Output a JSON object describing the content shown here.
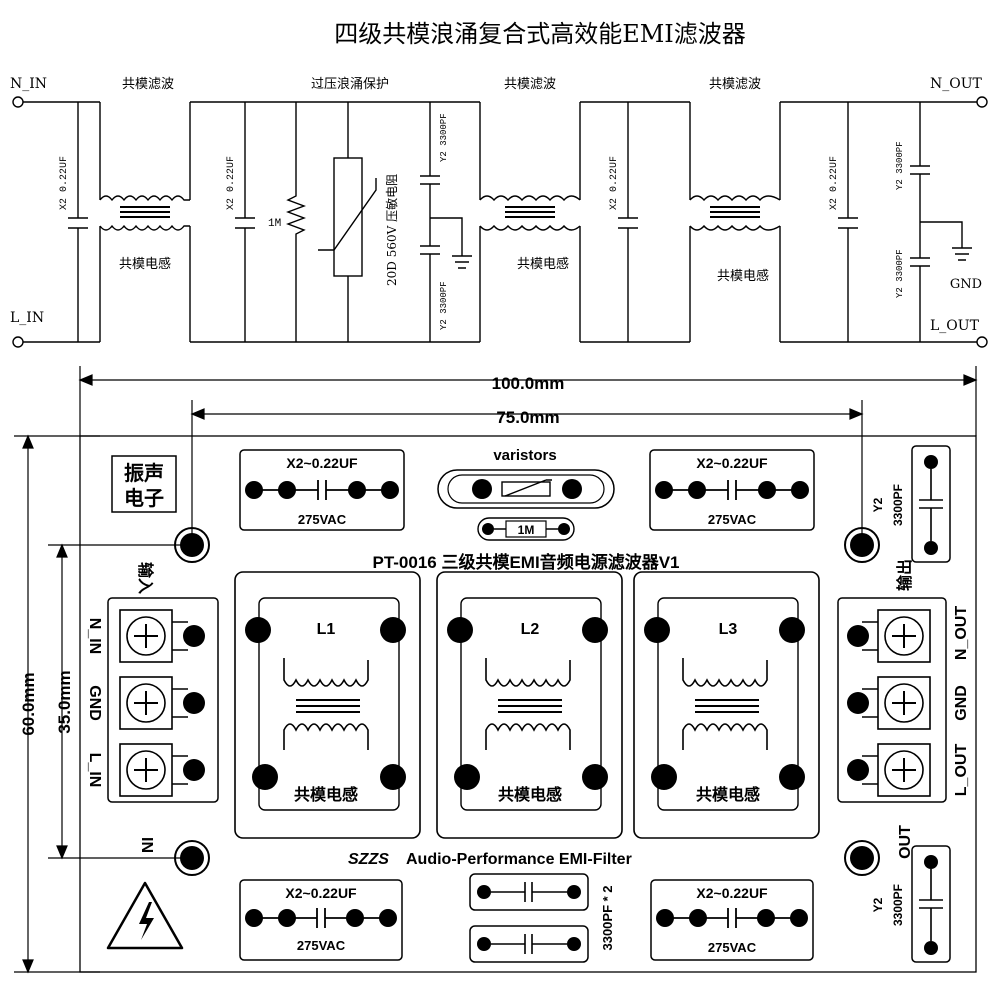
{
  "schematic": {
    "title": "四级共模浪涌复合式高效能EMI滤波器",
    "n_in": "N_IN",
    "l_in": "L_IN",
    "n_out": "N_OUT",
    "l_out": "L_OUT",
    "gnd": "GND",
    "stage1_label": "共模滤波",
    "stage2_label": "过压浪涌保护",
    "stage3_label": "共模滤波",
    "stage4_label": "共模滤波",
    "choke_label": "共模电感",
    "x2_cap": "X2 0.22UF",
    "y2_cap": "Y2 3300PF",
    "resistor": "1M",
    "varistor": "20D 560V 压敏电阻"
  },
  "pcb": {
    "dim_width": "100.0mm",
    "dim_hole_spacing": "75.0mm",
    "dim_height": "60.0mm",
    "dim_hole_vertical": "35.0mm",
    "brand_line1": "振声",
    "brand_line2": "电子",
    "cap_x2": "X2~0.22UF",
    "cap_voltage": "275VAC",
    "varistor_label": "varistors",
    "resistor_label": "1M",
    "board_title": "PT-0016 三级共模EMI音频电源滤波器V1",
    "footer_brand": "SZZS",
    "footer_text": "Audio-Performance EMI-Filter",
    "input_label": "输入",
    "output_label": "输出",
    "in_label": "IN",
    "out_label": "OUT",
    "inductor_names": [
      "L1",
      "L2",
      "L3"
    ],
    "inductor_caption": "共模电感",
    "term_n_in": "N_IN",
    "term_gnd": "GND",
    "term_l_in": "L_IN",
    "term_n_out": "N_OUT",
    "term_l_out": "L_OUT",
    "y2_label": "Y2",
    "y2_value": "3300PF",
    "y_pair_label": "3300PF * 2"
  }
}
